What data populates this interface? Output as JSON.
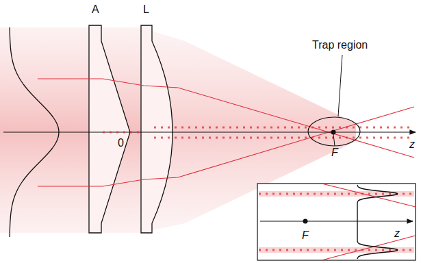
{
  "diagram": {
    "labels": [
      "A",
      "L",
      "0",
      "Trap region",
      "F",
      "z",
      "F",
      "z"
    ]
  }
}
